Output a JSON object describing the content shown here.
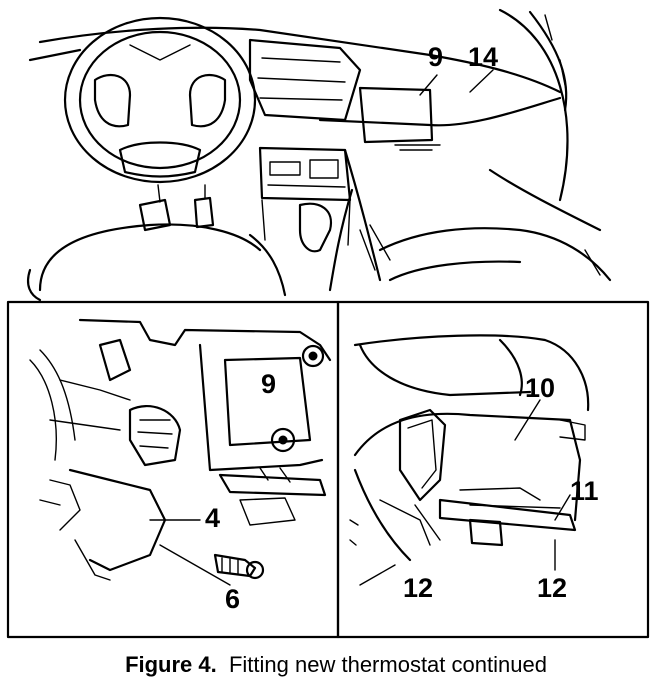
{
  "callouts": {
    "top_9": "9",
    "top_14": "14",
    "left_9": "9",
    "left_4": "4",
    "left_6": "6",
    "right_10": "10",
    "right_11": "11",
    "right_12a": "12",
    "right_12b": "12"
  },
  "caption": {
    "figure_label": "Figure 4.",
    "text": "Fitting new thermostat continued"
  }
}
